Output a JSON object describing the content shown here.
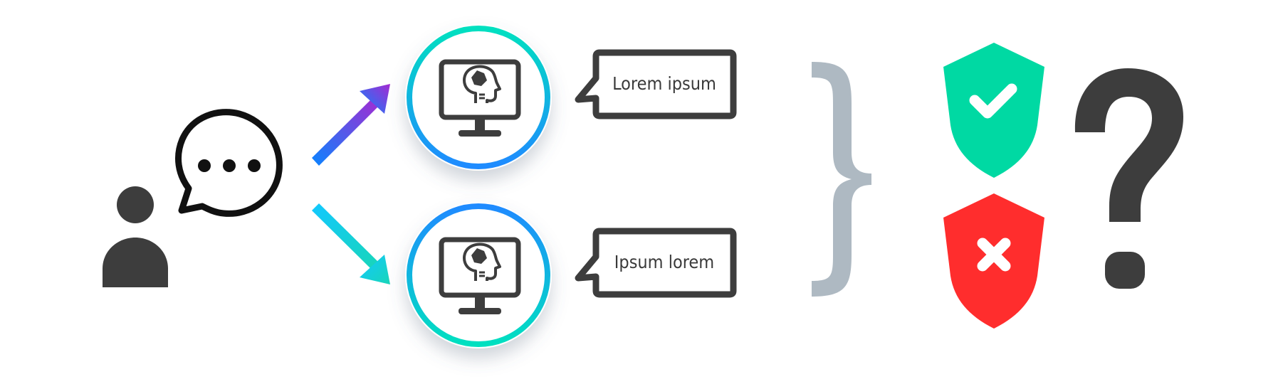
{
  "colors": {
    "dark": "#3d3d3d",
    "outline": "#111111",
    "brace": "#aeb9c2",
    "shield_ok": "#00d9a3",
    "shield_bad": "#ff2d2d",
    "arrow_up_start": "#0a84ff",
    "arrow_up_end": "#a52ad1",
    "arrow_down_start": "#12c8ff",
    "arrow_down_end": "#18d6b8",
    "ring_a": "#00e0c0",
    "ring_b": "#1f8bff"
  },
  "icons": {
    "user": "user-icon",
    "chat": "speech-bubble-ellipsis-icon",
    "monitor": "computer-head-gears-icon",
    "brace": "right-curly-brace",
    "shield_ok": "shield-check-icon",
    "shield_bad": "shield-x-icon",
    "question": "question-mark-icon"
  },
  "responses": [
    {
      "text": "Lorem ipsum"
    },
    {
      "text": "Ipsum lorem"
    }
  ]
}
